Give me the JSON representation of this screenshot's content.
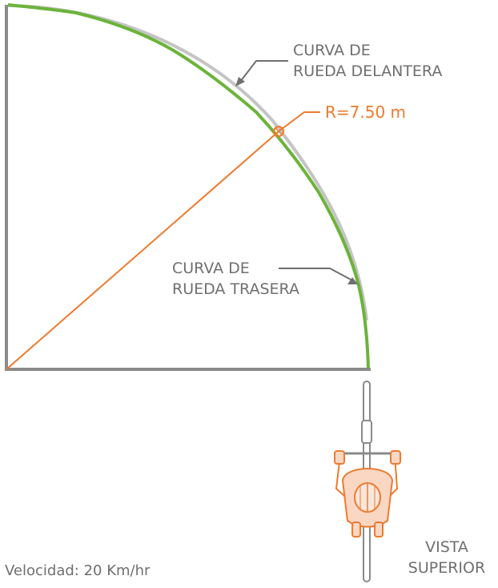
{
  "labels": {
    "front_curve": [
      "CURVA DE",
      "RUEDA DELANTERA"
    ],
    "rear_curve": [
      "CURVA DE",
      "RUEDA TRASERA"
    ],
    "radius": "R=7.50 m",
    "speed": "Velocidad: 20 Km/hr",
    "view": [
      "VISTA",
      "SUPERIOR"
    ]
  },
  "colors": {
    "front_curve": "#6bb43a",
    "rear_curve": "#c4c4c4",
    "radius": "#ee7a2e",
    "frame": "#8a8a8a",
    "text": "#6f6f6f",
    "cyclist": "#ee7a2e"
  },
  "icons": [
    "cyclist-top-view-icon"
  ]
}
